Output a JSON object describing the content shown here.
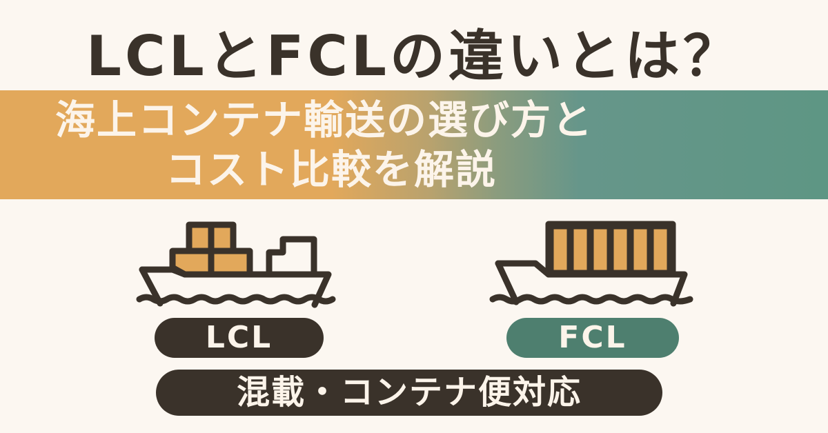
{
  "header": {
    "title": "LCLとFCLの違いとは？"
  },
  "banner": {
    "line1": "海上コンテナ輸送の選び方と",
    "line2": "コスト比較を解説",
    "gradient_start": "#E2A85B",
    "gradient_end": "#5E9684"
  },
  "illustrations": {
    "lcl_ship": {
      "icon": "cargo-ship-partial-load-icon",
      "container_color": "#E2A85B"
    },
    "fcl_ship": {
      "icon": "cargo-ship-full-container-icon",
      "container_color": "#E2A85B",
      "container_slots": 6
    }
  },
  "labels": {
    "lcl": "LCL",
    "fcl": "FCL",
    "service": "混載・コンテナ便対応"
  },
  "colors": {
    "background": "#FCF7F1",
    "dark": "#3A322A",
    "accent_orange": "#E2A85B",
    "accent_teal": "#5E9684",
    "fcl_pill": "#4E7F6F",
    "light_text": "#FCF4EA"
  }
}
